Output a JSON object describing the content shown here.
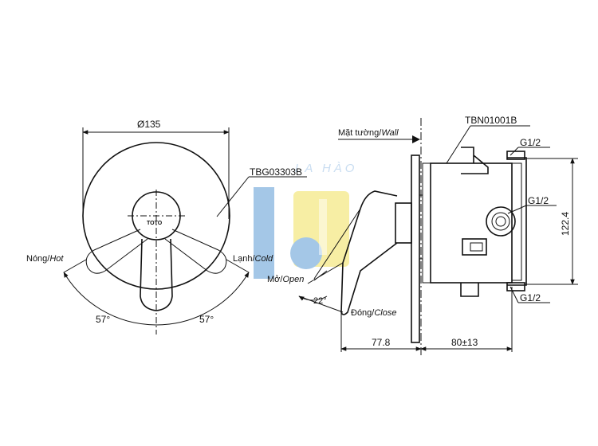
{
  "front_view": {
    "diameter_label": "Ø135",
    "model_plate": "TBG03303B",
    "brand_mark": "TOTO",
    "hot_label_vi": "Nóng/",
    "hot_label_en": "Hot",
    "cold_label_vi": "Lạnh/",
    "cold_label_en": "Cold",
    "angle_left": "57°",
    "angle_right": "57°"
  },
  "side_view": {
    "wall_label_vi": "Mặt tường/",
    "wall_label_en": "Wall",
    "body_model": "TBN01001B",
    "open_label_vi": "Mở/",
    "open_label_en": "Open",
    "close_label_vi": "Đóng/",
    "close_label_en": "Close",
    "open_angle": "22°",
    "handle_projection": "77.8",
    "body_depth": "80±13",
    "body_height": "122.4",
    "port_top": "G1/2",
    "port_center": "G1/2",
    "port_bottom": "G1/2"
  },
  "watermark": {
    "text": "LA HÀO",
    "colors": [
      "#5b9bd5",
      "#f2e15a",
      "#9dc3e6"
    ]
  }
}
